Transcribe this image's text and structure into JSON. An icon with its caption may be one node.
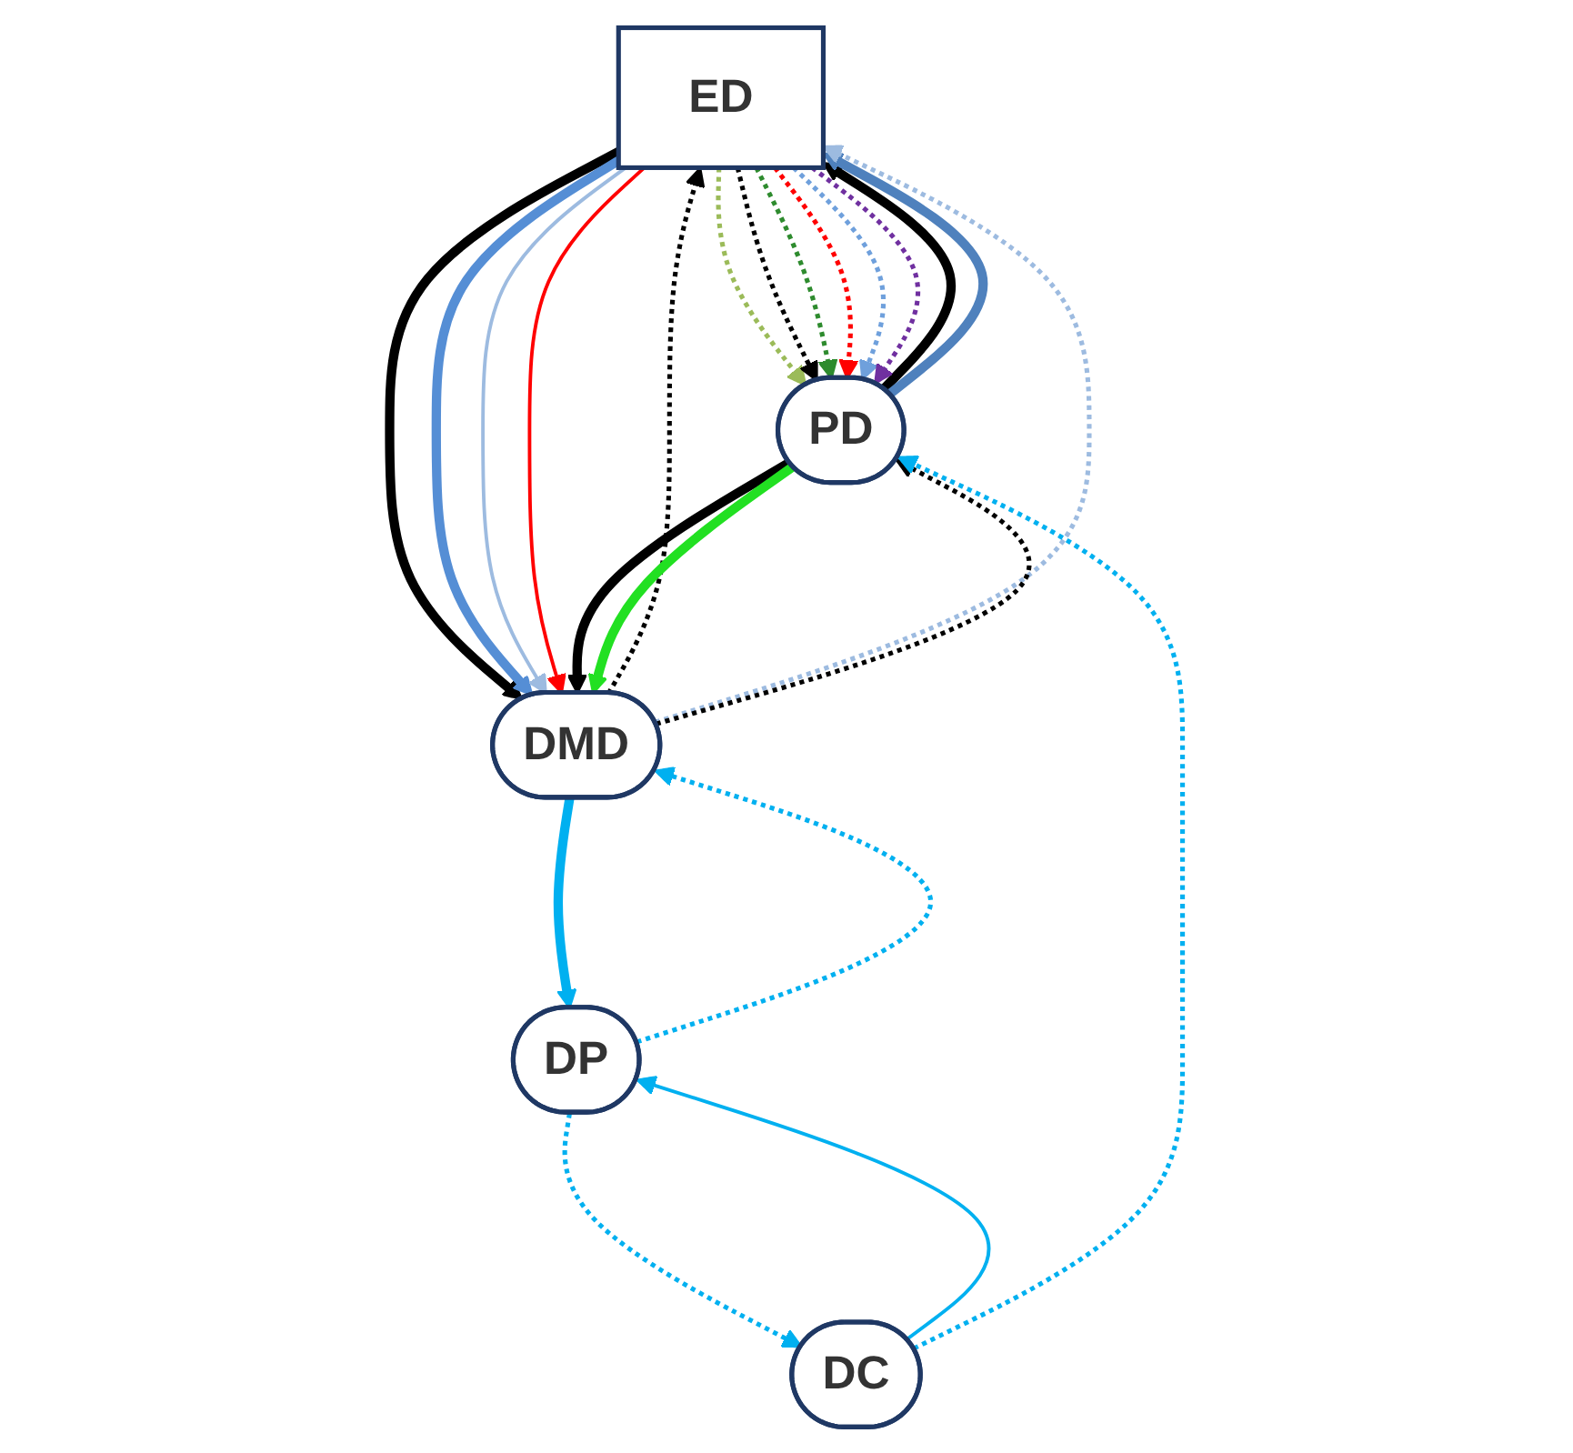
{
  "diagram": {
    "nodes": [
      {
        "text": [
          "ED"
        ]
      },
      {
        "text": [
          "PD"
        ]
      },
      {
        "text": [
          "DMD"
        ]
      },
      {
        "text": [
          "DC"
        ]
      },
      {
        "text": [
          "DP"
        ]
      }
    ],
    "edges": [
      {
        "from": 1,
        "to": 0,
        "arrow": "to",
        "style": "thick"
      },
      {
        "from": 1,
        "to": 0,
        "arrow": "to",
        "style": "thick",
        "color": "#4f81bd"
      },
      {
        "from": 0,
        "to": 1,
        "arrow": "to",
        "style": "dashed",
        "color": "#9bbb59"
      },
      {
        "from": 0,
        "to": 1,
        "arrow": "to",
        "style": "dashed"
      },
      {
        "from": 0,
        "to": 1,
        "arrow": "to",
        "style": "dashed",
        "color": "#2e8b2e"
      },
      {
        "from": 0,
        "to": 1,
        "arrow": "to",
        "style": "dashed",
        "color": "#ff0000"
      },
      {
        "from": 0,
        "to": 1,
        "arrow": "to",
        "style": "dashed",
        "color": "#6fa0dc"
      },
      {
        "from": 0,
        "to": 1,
        "arrow": "to",
        "style": "dashed",
        "color": "#7030a0"
      },
      {
        "from": 0,
        "to": 2,
        "arrow": "to",
        "style": "thick"
      },
      {
        "from": 0,
        "to": 2,
        "arrow": "to",
        "style": "thick",
        "color": "#558ed5"
      },
      {
        "from": 2,
        "to": 0,
        "arrow": "to",
        "style": "dashed"
      },
      {
        "from": 2,
        "to": 0,
        "arrow": "to",
        "style": "dashed",
        "color": "#9dbbe0"
      },
      {
        "from": 0,
        "to": 2,
        "arrow": "to",
        "color": "#9dbbe0"
      },
      {
        "from": 0,
        "to": 2,
        "arrow": "to",
        "color": "#ff0000"
      },
      {
        "from": 2,
        "to": 1,
        "arrow": "to",
        "style": "dashed"
      },
      {
        "from": 1,
        "to": 2,
        "arrow": "to",
        "style": "thick"
      },
      {
        "from": 1,
        "to": 2,
        "arrow": "to",
        "style": "thick",
        "color": "#22e022"
      },
      {
        "from": 2,
        "to": 4,
        "arrow": "to",
        "style": "thick",
        "color": "#00b0f0"
      },
      {
        "from": 4,
        "to": 2,
        "arrow": "to",
        "style": "dashed",
        "color": "#00b0f0"
      },
      {
        "from": 3,
        "to": 4,
        "arrow": "to",
        "color": "#00b0f0"
      },
      {
        "from": 4,
        "to": 3,
        "arrow": "to",
        "style": "dashed",
        "color": "#00b0f0"
      },
      {
        "from": 3,
        "to": 1,
        "arrow": "to",
        "style": "dashed",
        "color": "#00b0f0"
      }
    ]
  }
}
